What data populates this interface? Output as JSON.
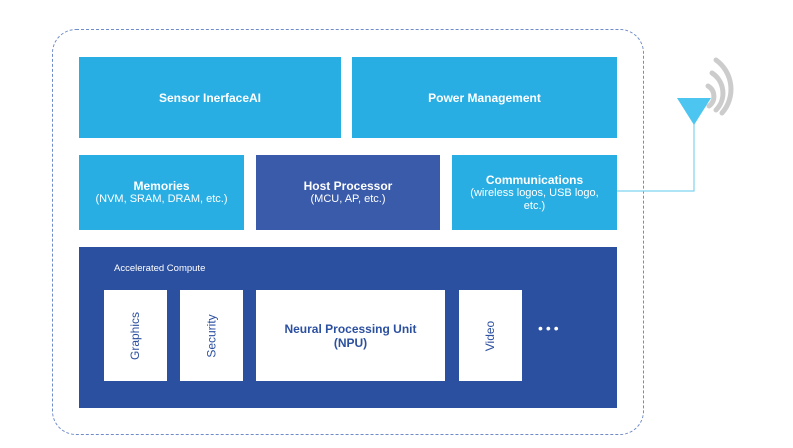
{
  "diagram": {
    "top_row": [
      {
        "label": "Sensor InerfaceAI"
      },
      {
        "label": "Power Management"
      }
    ],
    "middle_row": [
      {
        "title": "Memories",
        "subtitle": "(NVM, SRAM, DRAM, etc.)"
      },
      {
        "title": "Host Processor",
        "subtitle": "(MCU, AP, etc.)"
      },
      {
        "title": "Communications",
        "subtitle": "(wireless logos, USB logo, etc.)"
      }
    ],
    "accelerated_compute": {
      "label": "Accelerated Compute",
      "units": [
        {
          "label": "Graphics"
        },
        {
          "label": "Security"
        },
        {
          "title": "Neural Processing Unit",
          "subtitle": "(NPU)"
        },
        {
          "label": "Video"
        }
      ],
      "more": "•••"
    },
    "icons": [
      "antenna-icon",
      "wifi-signal-icon"
    ],
    "colors": {
      "light_blue": "#29aee3",
      "host_blue": "#3a5ba9",
      "navy": "#2c50a0",
      "antenna": "#4cc6f0",
      "signal_gray": "#cccccc",
      "dashed_border": "#6f8cc8"
    }
  }
}
